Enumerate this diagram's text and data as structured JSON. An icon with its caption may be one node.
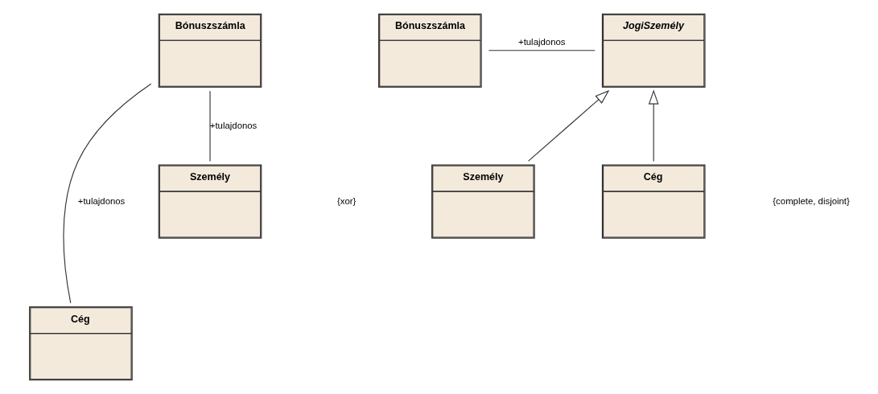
{
  "diagram": {
    "nodes": [
      {
        "text": [
          "Bónuszszámla"
        ]
      },
      {
        "text": [
          "Cég"
        ]
      },
      {
        "text": [
          "Személy"
        ]
      },
      {
        "text": [
          "Bónuszszámla"
        ]
      },
      {
        "text": [
          "JogiSzemély"
        ]
      },
      {
        "text": [
          "Személy"
        ]
      },
      {
        "text": [
          "Cég"
        ]
      }
    ],
    "edges": [
      {
        "from": 0,
        "to": 1,
        "arrow": "none",
        "label": "+tulajdonos"
      },
      {
        "from": 0,
        "to": 2,
        "arrow": "none",
        "label": "+tulajdonos"
      },
      {
        "from": 3,
        "to": 4,
        "arrow": "none",
        "label": "+tulajdonos"
      },
      {
        "from": 5,
        "to": 4,
        "arrow": "to"
      },
      {
        "from": 6,
        "to": 4,
        "arrow": "to"
      }
    ],
    "labels": [
      "{xor}",
      "{complete, disjoint}"
    ]
  }
}
